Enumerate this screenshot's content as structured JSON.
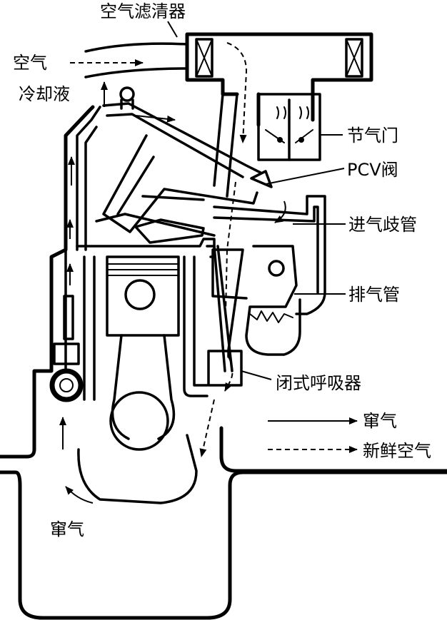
{
  "labels": {
    "air_filter": "空气滤清器",
    "air": "空气",
    "coolant": "冷却液",
    "throttle": "节气门",
    "pcv_valve": "PCV阀",
    "intake_manifold": "进气歧管",
    "exhaust_pipe": "排气管",
    "sealed_breather": "闭式呼吸器",
    "legend_blowby": "窜气",
    "legend_fresh_air": "新鲜空气",
    "crankcase_blowby": "窜气"
  },
  "colors": {
    "ink": "#000000",
    "background": "#ffffff"
  }
}
